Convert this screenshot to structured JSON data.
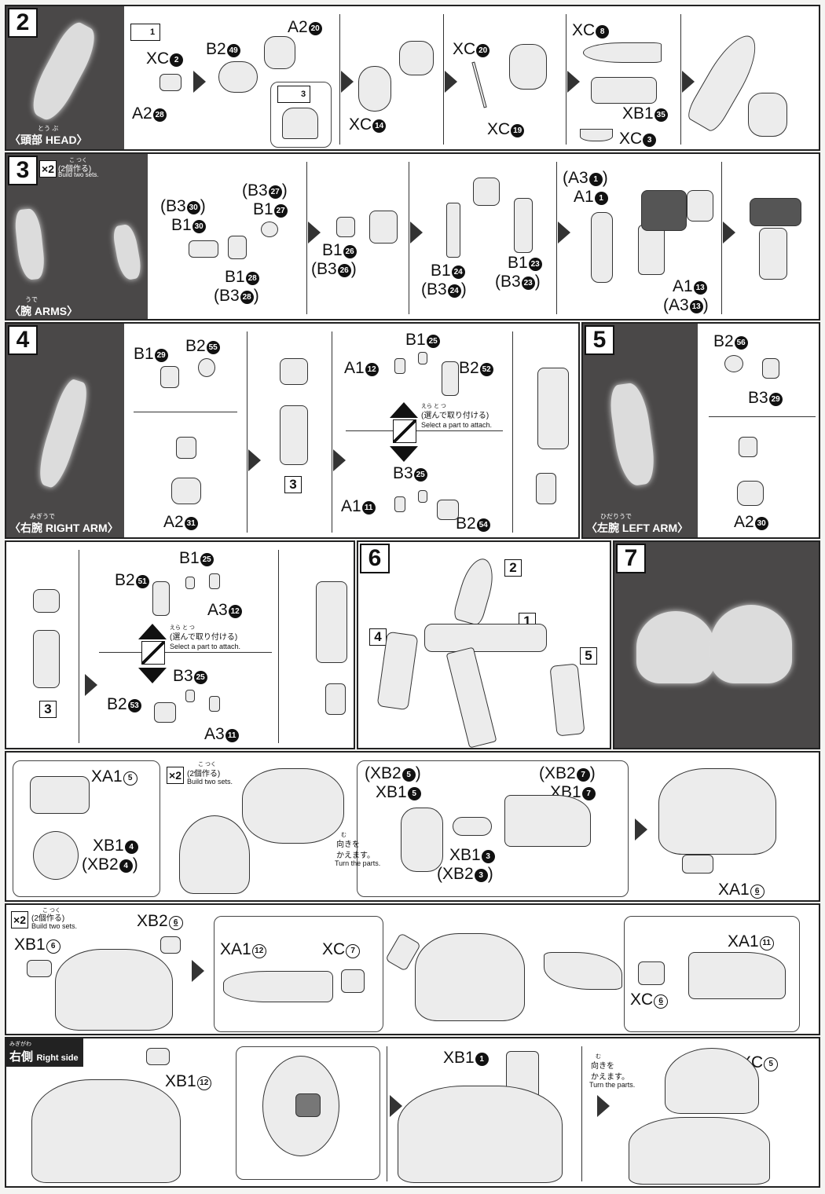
{
  "step2": {
    "num": "2",
    "jp": "〈頭部",
    "en": "HEAD〉",
    "ruby": "とう ぶ",
    "box1": "1",
    "box3": "3",
    "labels": [
      {
        "t": "XC",
        "n": "2"
      },
      {
        "t": "A2",
        "n": "28"
      },
      {
        "t": "B2",
        "n": "49"
      },
      {
        "t": "A2",
        "n": "20"
      },
      {
        "t": "XC",
        "n": "14"
      },
      {
        "t": "XC",
        "n": "20"
      },
      {
        "t": "XC",
        "n": "19"
      },
      {
        "t": "XC",
        "n": "8"
      },
      {
        "t": "XB1",
        "n": "35"
      },
      {
        "t": "XC",
        "n": "3"
      }
    ]
  },
  "step3": {
    "num": "3",
    "x2": "×2",
    "sets_jp": "(2個作る)",
    "sets_ruby": "こ つく",
    "sets_en": "Build two sets.",
    "jp": "〈腕",
    "en": "ARMS〉",
    "ruby": "うで",
    "labels": [
      {
        "t": "(B3",
        "n": "30",
        "e": ")"
      },
      {
        "t": "B1",
        "n": "30"
      },
      {
        "t": "(B3",
        "n": "27",
        "e": ")"
      },
      {
        "t": "B1",
        "n": "27"
      },
      {
        "t": "B1",
        "n": "28"
      },
      {
        "t": "(B3",
        "n": "28",
        "e": ")"
      },
      {
        "t": "B1",
        "n": "26"
      },
      {
        "t": "(B3",
        "n": "26",
        "e": ")"
      },
      {
        "t": "B1",
        "n": "24"
      },
      {
        "t": "(B3",
        "n": "24",
        "e": ")"
      },
      {
        "t": "B1",
        "n": "23"
      },
      {
        "t": "(B3",
        "n": "23",
        "e": ")"
      },
      {
        "t": "(A3",
        "n": "1",
        "e": ")"
      },
      {
        "t": "A1",
        "n": "1"
      },
      {
        "t": "A1",
        "n": "13"
      },
      {
        "t": "(A3",
        "n": "13",
        "e": ")"
      }
    ]
  },
  "step4": {
    "num": "4",
    "jp": "〈右腕",
    "en": "RIGHT ARM〉",
    "ruby": "みぎうで",
    "box3": "3",
    "select_jp": "(選んで取り付ける)",
    "select_ruby": "えら と つ",
    "select_en": "Select a part to attach.",
    "labels": [
      {
        "t": "B1",
        "n": "29"
      },
      {
        "t": "B2",
        "n": "55"
      },
      {
        "t": "A2",
        "n": "31"
      },
      {
        "t": "B1",
        "n": "25"
      },
      {
        "t": "A1",
        "n": "12"
      },
      {
        "t": "B2",
        "n": "52"
      },
      {
        "t": "B3",
        "n": "25"
      },
      {
        "t": "A1",
        "n": "11"
      },
      {
        "t": "B2",
        "n": "54"
      }
    ]
  },
  "step5": {
    "num": "5",
    "jp": "〈左腕",
    "en": "LEFT ARM〉",
    "ruby": "ひだりうで",
    "labels": [
      {
        "t": "B2",
        "n": "56"
      },
      {
        "t": "B3",
        "n": "29"
      },
      {
        "t": "A2",
        "n": "30"
      }
    ]
  },
  "step4b": {
    "box3": "3",
    "select_jp": "(選んで取り付ける)",
    "select_ruby": "えら と つ",
    "select_en": "Select a part to attach.",
    "labels": [
      {
        "t": "B1",
        "n": "25"
      },
      {
        "t": "B2",
        "n": "51"
      },
      {
        "t": "A3",
        "n": "12"
      },
      {
        "t": "B3",
        "n": "25"
      },
      {
        "t": "B2",
        "n": "53"
      },
      {
        "t": "A3",
        "n": "11"
      }
    ]
  },
  "step6": {
    "num": "6",
    "boxes": [
      "2",
      "1",
      "4",
      "5"
    ]
  },
  "step7": {
    "num": "7"
  },
  "row7": {
    "x2": "×2",
    "sets_jp": "(2個作る)",
    "sets_ruby": "こ つく",
    "sets_en": "Build two sets.",
    "turn_jp1": "向きを",
    "turn_jp2": "かえます。",
    "turn_ruby": "む",
    "turn_en": "Turn the parts.",
    "labels": [
      {
        "t": "XA1",
        "n": "5"
      },
      {
        "t": "XB1",
        "n": "4"
      },
      {
        "t": "(XB2",
        "n": "4",
        "e": ")"
      },
      {
        "t": "(XB2",
        "n": "5",
        "e": ")"
      },
      {
        "t": "XB1",
        "n": "5"
      },
      {
        "t": "(XB2",
        "n": "7",
        "e": ")"
      },
      {
        "t": "XB1",
        "n": "7"
      },
      {
        "t": "XB1",
        "n": "3"
      },
      {
        "t": "(XB2",
        "n": "3",
        "e": ")"
      },
      {
        "t": "XA1",
        "n": "6"
      }
    ]
  },
  "row8": {
    "x2": "×2",
    "sets_jp": "(2個作る)",
    "sets_ruby": "こ つく",
    "sets_en": "Build two sets.",
    "labels": [
      {
        "t": "XB2",
        "n": "6"
      },
      {
        "t": "XB1",
        "n": "6"
      },
      {
        "t": "XA1",
        "n": "12"
      },
      {
        "t": "XC",
        "n": "7"
      },
      {
        "t": "XA1",
        "n": "11"
      },
      {
        "t": "XC",
        "n": "6"
      }
    ]
  },
  "row9": {
    "side_jp": "右側",
    "side_ruby": "みぎがわ",
    "side_en": "Right side",
    "turn_jp1": "向きを",
    "turn_jp2": "かえます。",
    "turn_ruby": "む",
    "turn_en": "Turn the parts.",
    "labels": [
      {
        "t": "XB1",
        "n": "12"
      },
      {
        "t": "XB1",
        "n": "1"
      },
      {
        "t": "XC",
        "n": "5"
      }
    ]
  }
}
